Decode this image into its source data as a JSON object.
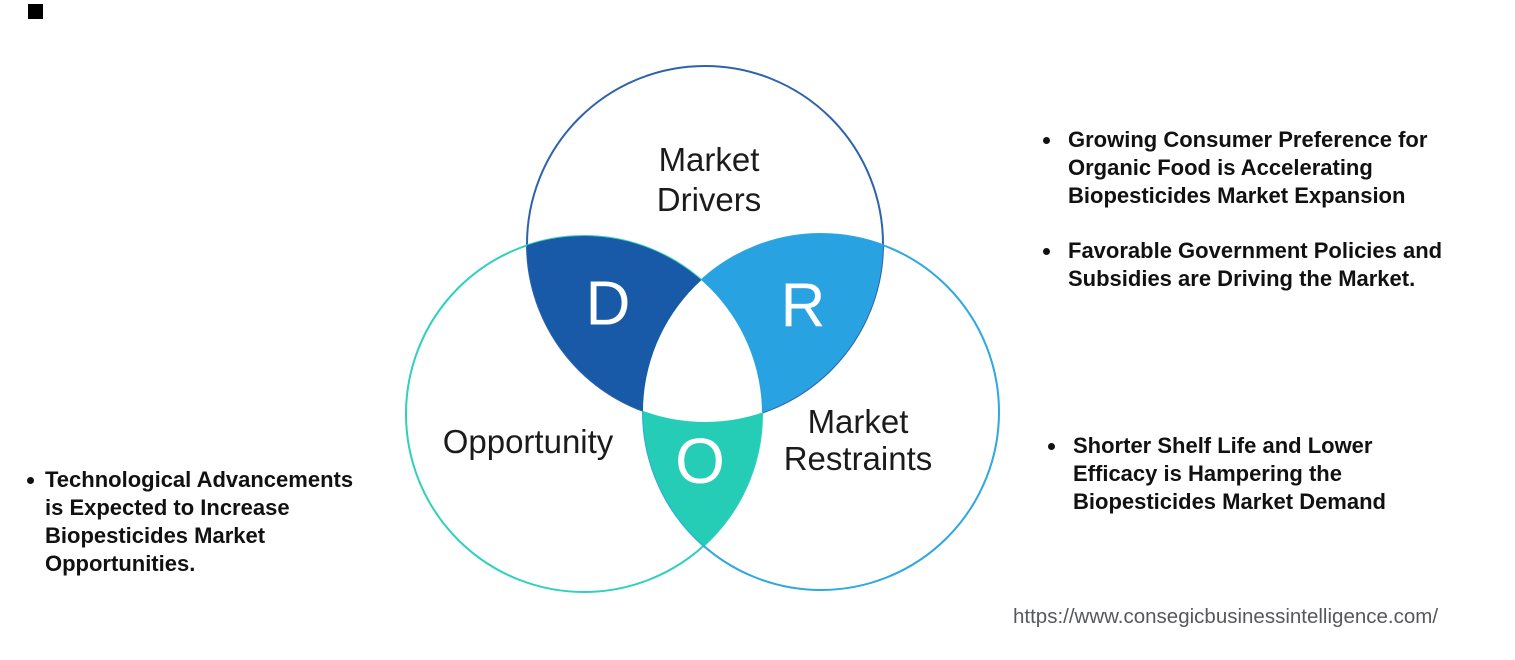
{
  "venn": {
    "circles": {
      "drivers": {
        "label_line1": "Market",
        "label_line2": "Drivers",
        "outline_color": "#2e62ac"
      },
      "opportunity": {
        "label": "Opportunity",
        "outline_color": "#2fd0bc"
      },
      "restraints": {
        "label_line1": "Market",
        "label_line2": "Restraints",
        "outline_color": "#2fa7e0"
      }
    },
    "intersections": {
      "drivers_opportunity": {
        "letter": "D",
        "fill": "#185aa7"
      },
      "drivers_restraints": {
        "letter": "R",
        "fill": "#29a2e2"
      },
      "opportunity_restraints": {
        "letter": "O",
        "fill": "#25ccb6"
      }
    }
  },
  "right_bullets": [
    {
      "lines": [
        "Growing Consumer Preference for",
        "Organic Food is Accelerating",
        "Biopesticides Market Expansion"
      ]
    },
    {
      "lines": [
        "Favorable Government Policies and",
        "Subsidies are Driving the Market."
      ]
    },
    {
      "lines": [
        "Shorter Shelf Life and Lower",
        "Efficacy is Hampering the",
        "Biopesticides Market Demand"
      ]
    }
  ],
  "left_bullets": [
    {
      "lines": [
        "Technological Advancements",
        "is Expected to Increase",
        "Biopesticides Market",
        "Opportunities."
      ]
    }
  ],
  "footer": {
    "url": "https://www.consegicbusinessintelligence.com/"
  }
}
